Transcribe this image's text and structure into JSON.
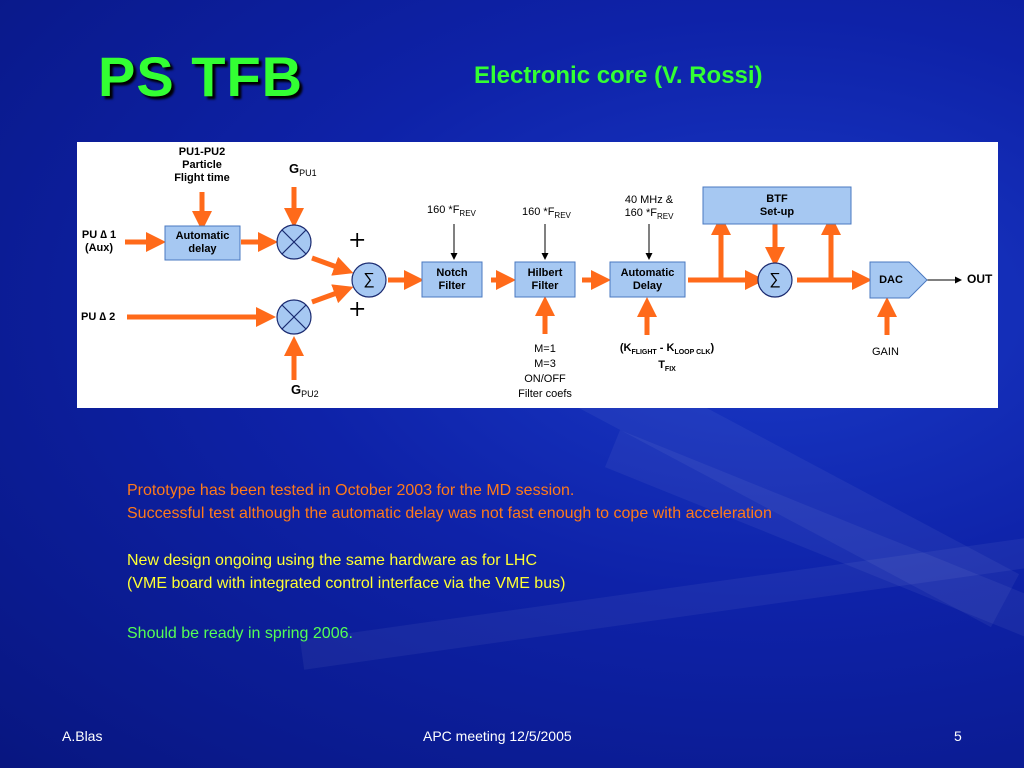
{
  "slide": {
    "title": "PS TFB",
    "subtitle": "Electronic core (V. Rossi)"
  },
  "diagram": {
    "pu1_pu2_line1": "PU1-PU2",
    "pu1_pu2_line2": "Particle",
    "pu1_pu2_line3": "Flight time",
    "pu_delta1_line1": "PU ∆ 1",
    "pu_delta1_line2": "(Aux)",
    "pu_delta2": "PU ∆ 2",
    "g_pu1_main": "G",
    "g_pu1_sub": "PU1",
    "g_pu2_main": "G",
    "g_pu2_sub": "PU2",
    "auto_delay1_line1": "Automatic",
    "auto_delay1_line2": "delay",
    "plus_top": "+",
    "plus_bottom": "+",
    "sigma": "∑",
    "notch_line1": "Notch",
    "notch_line2": "Filter",
    "hilbert_line1": "Hilbert",
    "hilbert_line2": "Filter",
    "auto_delay2_line1": "Automatic",
    "auto_delay2_line2": "Delay",
    "frev1_main": "160 *F",
    "frev1_sub": "REV",
    "frev2_main": "160 *F",
    "frev2_sub": "REV",
    "mhz_line1": "40 MHz &",
    "mhz_line2_main": "160 *F",
    "mhz_line2_sub": "REV",
    "btf_line1": "BTF",
    "btf_line2": "Set-up",
    "dac": "DAC",
    "out": "OUT",
    "gain": "GAIN",
    "filter_params": [
      "M=1",
      "M=3",
      "ON/OFF",
      "Filter coefs"
    ],
    "k_open": "(K",
    "k_flight_sub": "FLIGHT",
    "k_minus": " - K",
    "k_loop_sub": "LOOP CLK",
    "k_close": ")",
    "t_main": "T",
    "t_sub": "FIX"
  },
  "bullets": {
    "line1": "Prototype has been tested in October 2003 for the MD session.",
    "line2": "Successful test although the automatic delay was not fast enough to cope with acceleration",
    "line3": "New design ongoing using the same hardware as for LHC",
    "line4": "(VME board with integrated control interface via the VME bus)",
    "line5": "Should be ready in spring 2006."
  },
  "footer": {
    "author": "A.Blas",
    "meeting": "APC meeting 12/5/2005",
    "page_number": "5"
  },
  "colors": {
    "title_green": "#33ff33",
    "arrow_orange": "#ff6a1a",
    "block_blue": "#a6c8f2",
    "bullet_orange": "#ff7a1a",
    "bullet_yellow": "#ffff33",
    "bullet_green": "#55ff55"
  }
}
